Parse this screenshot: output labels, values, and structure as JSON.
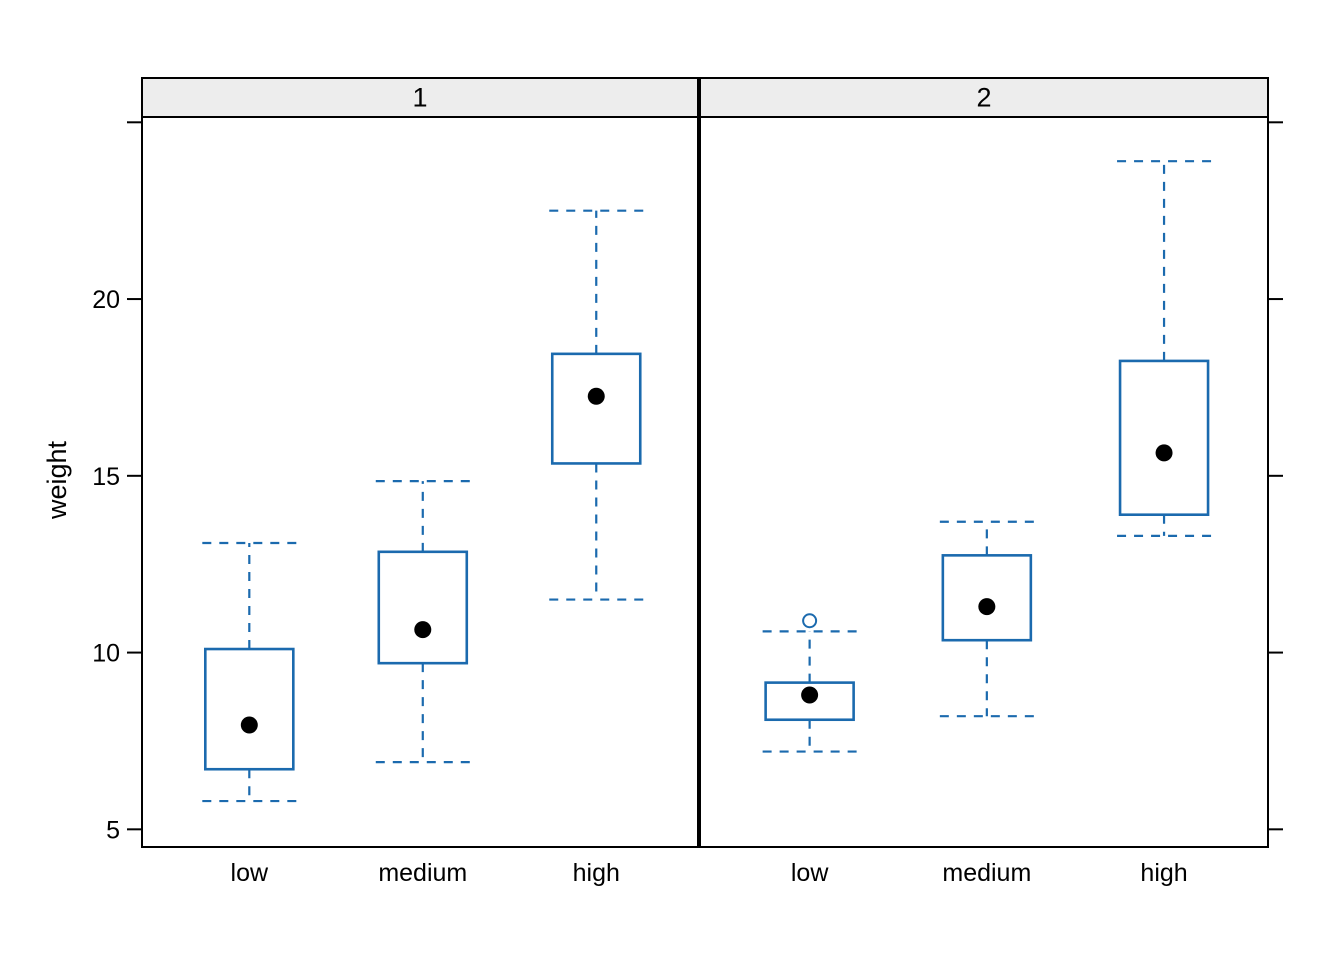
{
  "chart_data": {
    "type": "boxplot",
    "title": "",
    "xlabel": "",
    "ylabel": "weight",
    "ylim": [
      4.5,
      25.15
    ],
    "y_ticks_labeled": [
      5,
      10,
      15,
      20
    ],
    "y_ticks_unlabeled": [
      25
    ],
    "grid": "off",
    "legend": "none",
    "categories": [
      "low",
      "medium",
      "high"
    ],
    "panels": [
      {
        "label": "1",
        "boxes": [
          {
            "category": "low",
            "whisker_low": 5.8,
            "q1": 6.7,
            "median": 7.95,
            "q3": 10.1,
            "whisker_high": 13.1,
            "outliers": []
          },
          {
            "category": "medium",
            "whisker_low": 6.9,
            "q1": 9.7,
            "median": 10.65,
            "q3": 12.85,
            "whisker_high": 14.85,
            "outliers": []
          },
          {
            "category": "high",
            "whisker_low": 11.5,
            "q1": 15.35,
            "median": 17.25,
            "q3": 18.45,
            "whisker_high": 22.5,
            "outliers": []
          }
        ]
      },
      {
        "label": "2",
        "boxes": [
          {
            "category": "low",
            "whisker_low": 7.2,
            "q1": 8.1,
            "median": 8.8,
            "q3": 9.15,
            "whisker_high": 10.6,
            "outliers": [
              10.9
            ]
          },
          {
            "category": "medium",
            "whisker_low": 8.2,
            "q1": 10.35,
            "median": 11.3,
            "q3": 12.75,
            "whisker_high": 13.7,
            "outliers": []
          },
          {
            "category": "high",
            "whisker_low": 13.3,
            "q1": 13.9,
            "median": 15.65,
            "q3": 18.25,
            "whisker_high": 23.9,
            "outliers": []
          }
        ]
      }
    ],
    "colors": {
      "box_stroke": "#1B6AAE",
      "median_dot": "#000000",
      "outlier_stroke": "#1B6AAE",
      "strip_bg": "#EDEDED",
      "border": "#000000",
      "text": "#000000",
      "background": "#FFFFFF"
    }
  }
}
